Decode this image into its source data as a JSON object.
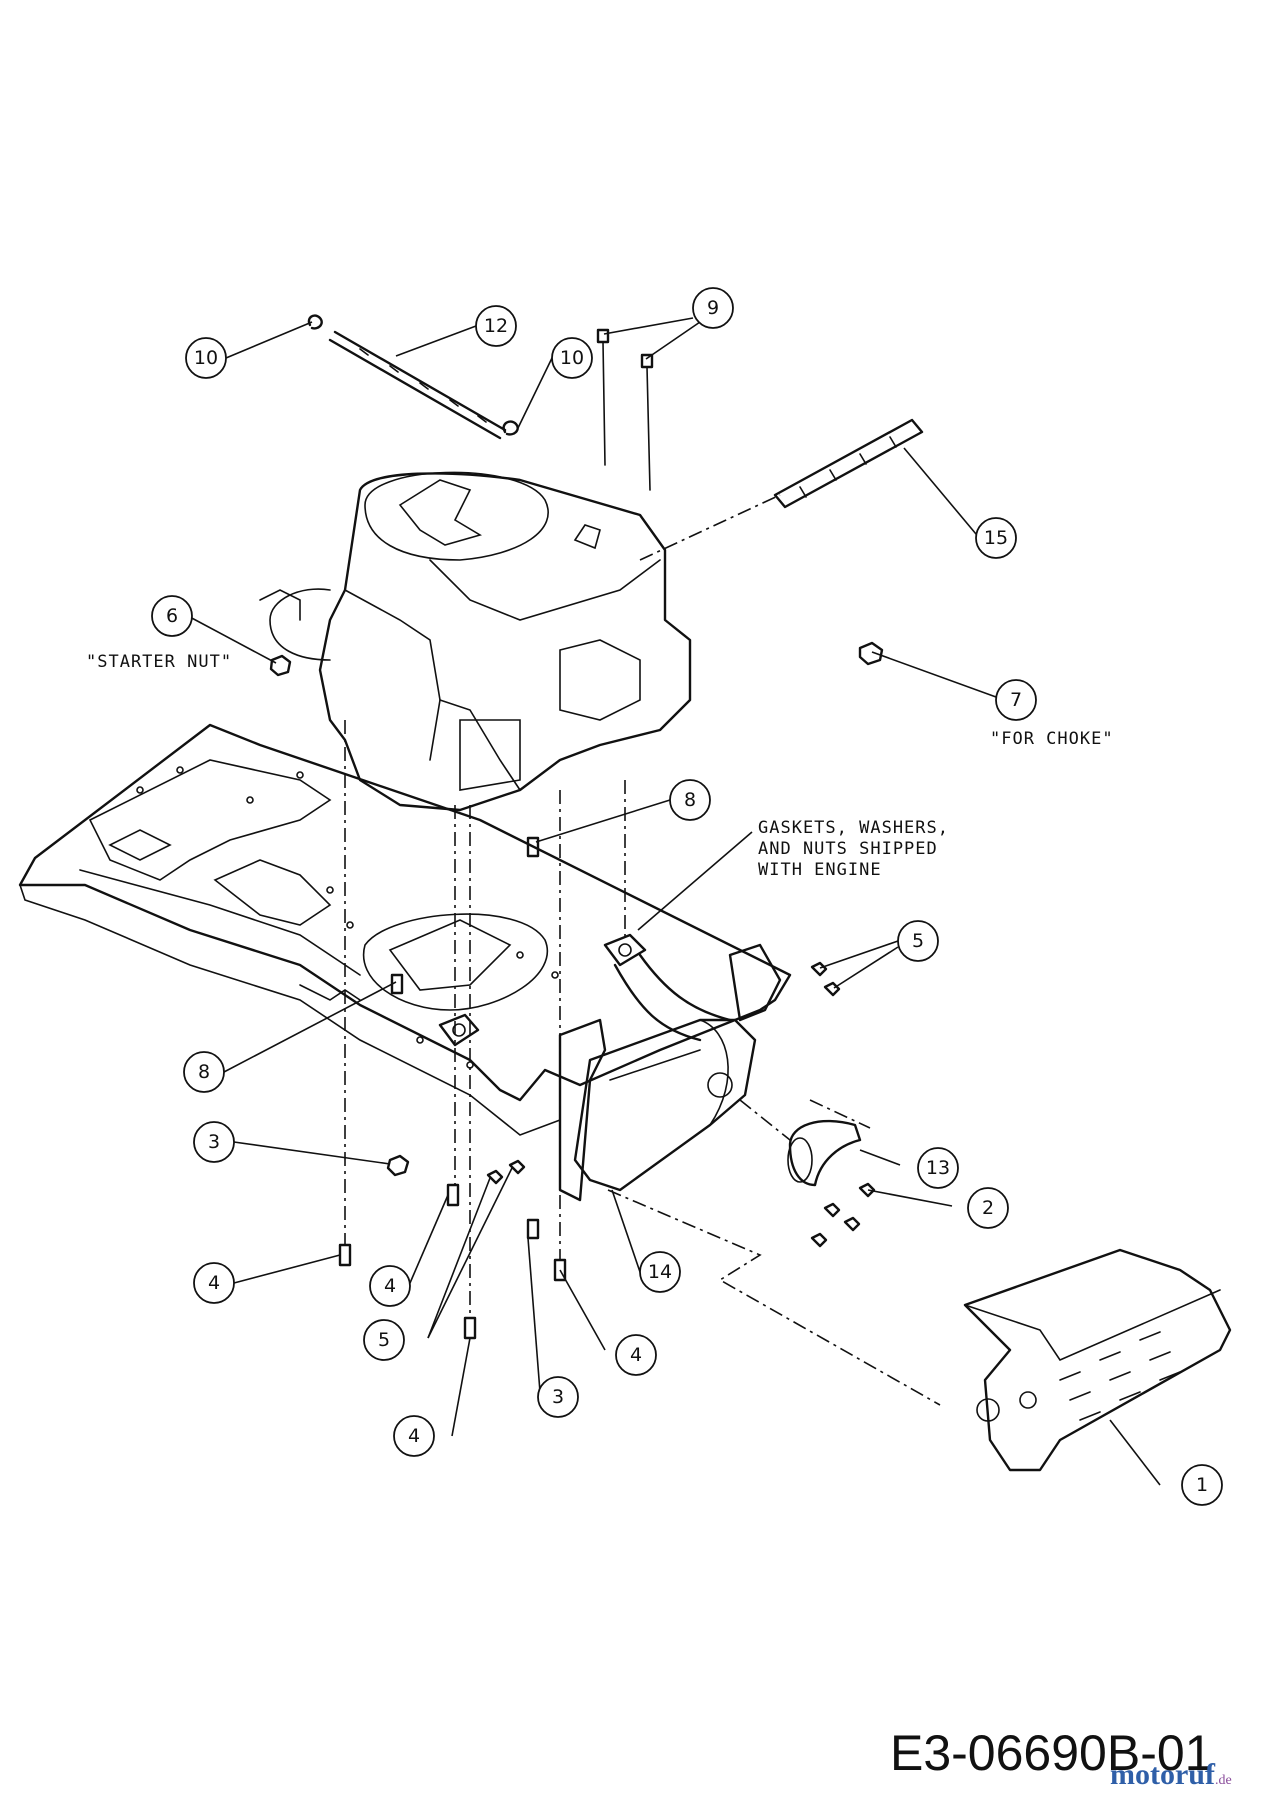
{
  "callouts": [
    {
      "id": "c10a",
      "label": "10"
    },
    {
      "id": "c12",
      "label": "12"
    },
    {
      "id": "c10b",
      "label": "10"
    },
    {
      "id": "c9",
      "label": "9"
    },
    {
      "id": "c15",
      "label": "15"
    },
    {
      "id": "c6",
      "label": "6"
    },
    {
      "id": "c7",
      "label": "7"
    },
    {
      "id": "c8a",
      "label": "8"
    },
    {
      "id": "c5a",
      "label": "5"
    },
    {
      "id": "c8b",
      "label": "8"
    },
    {
      "id": "c3a",
      "label": "3"
    },
    {
      "id": "c13",
      "label": "13"
    },
    {
      "id": "c2",
      "label": "2"
    },
    {
      "id": "c4a",
      "label": "4"
    },
    {
      "id": "c4b",
      "label": "4"
    },
    {
      "id": "c14",
      "label": "14"
    },
    {
      "id": "c5b",
      "label": "5"
    },
    {
      "id": "c4c",
      "label": "4"
    },
    {
      "id": "c3b",
      "label": "3"
    },
    {
      "id": "c4d",
      "label": "4"
    },
    {
      "id": "c1",
      "label": "1"
    }
  ],
  "notes": {
    "starter_nut": "\"STARTER NUT\"",
    "for_choke": "\"FOR CHOKE\"",
    "gaskets_line1": "GASKETS, WASHERS,",
    "gaskets_line2": "AND NUTS SHIPPED",
    "gaskets_line3": "WITH ENGINE"
  },
  "drawing_id": "E3-06690B-01",
  "watermark": {
    "main": "motoruf",
    "tld": ".de"
  },
  "colors": {
    "line": "#111111",
    "watermark_blue": "#2f5fa8",
    "watermark_purple": "#8a4d9b"
  }
}
